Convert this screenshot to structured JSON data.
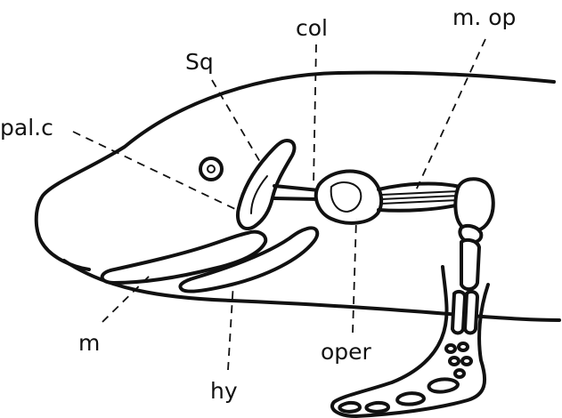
{
  "labels": {
    "sq": "Sq",
    "col": "col",
    "m_op": "m. op",
    "pal_c": "pal.c",
    "m": "m",
    "hy": "hy",
    "oper": "oper"
  }
}
